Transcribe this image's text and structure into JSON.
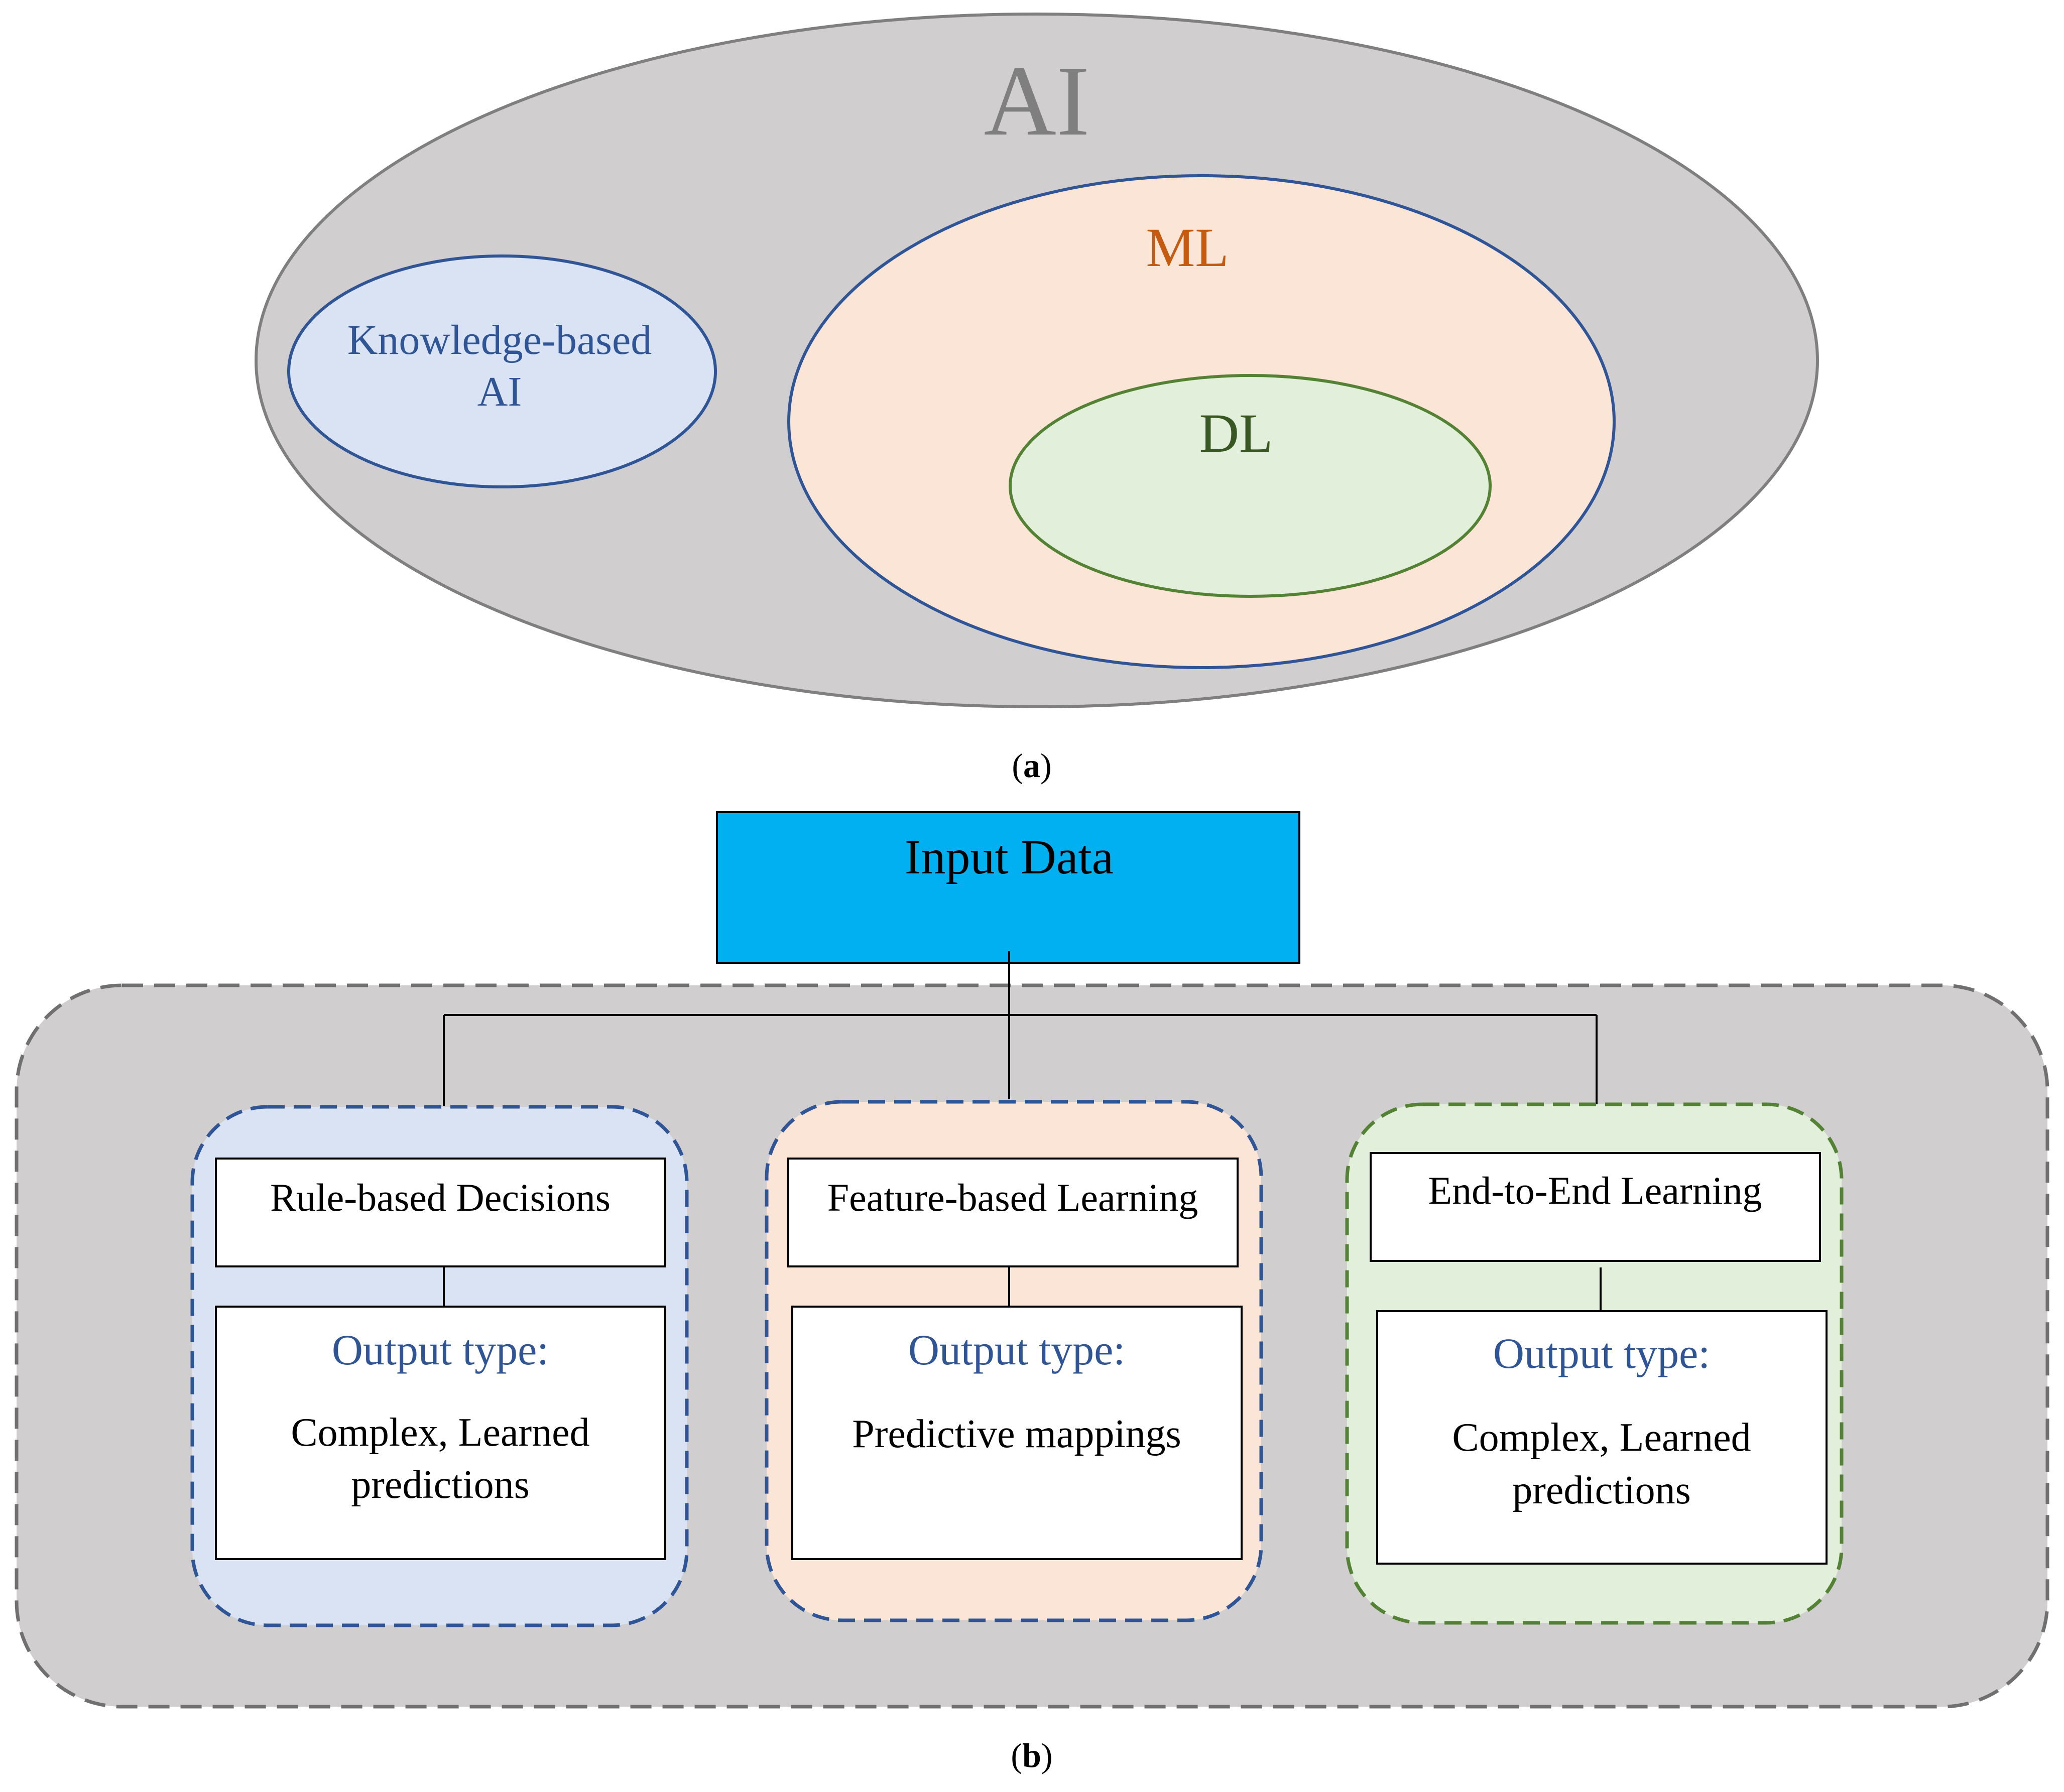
{
  "panel_a": {
    "ai_label": "AI",
    "ml_label": "ML",
    "dl_label": "DL",
    "kb_label_line1": "Knowledge-based",
    "kb_label_line2": "AI",
    "caption": "(a)",
    "caption_letter": "a"
  },
  "panel_b": {
    "input_label": "Input Data",
    "caption_letter": "b",
    "branches": [
      {
        "title": "Rule-based Decisions",
        "output_heading": "Output type:",
        "output_line1": "Complex, Learned",
        "output_line2": "predictions"
      },
      {
        "title": "Feature-based Learning",
        "output_heading": "Output type:",
        "output_line1": "Predictive mappings",
        "output_line2": ""
      },
      {
        "title": "End-to-End Learning",
        "output_heading": "Output type:",
        "output_line1": "Complex, Learned",
        "output_line2": "predictions"
      }
    ]
  },
  "colors": {
    "ai_fill": "#d0cece",
    "ml_fill": "#fbe5d6",
    "dl_fill": "#e2efda",
    "kb_fill": "#dae3f3",
    "input_fill": "#00b0f0",
    "blue_text": "#2f5597",
    "orange_text": "#c55a11",
    "green_text": "#385723",
    "gray_text": "#7f7f7f"
  }
}
